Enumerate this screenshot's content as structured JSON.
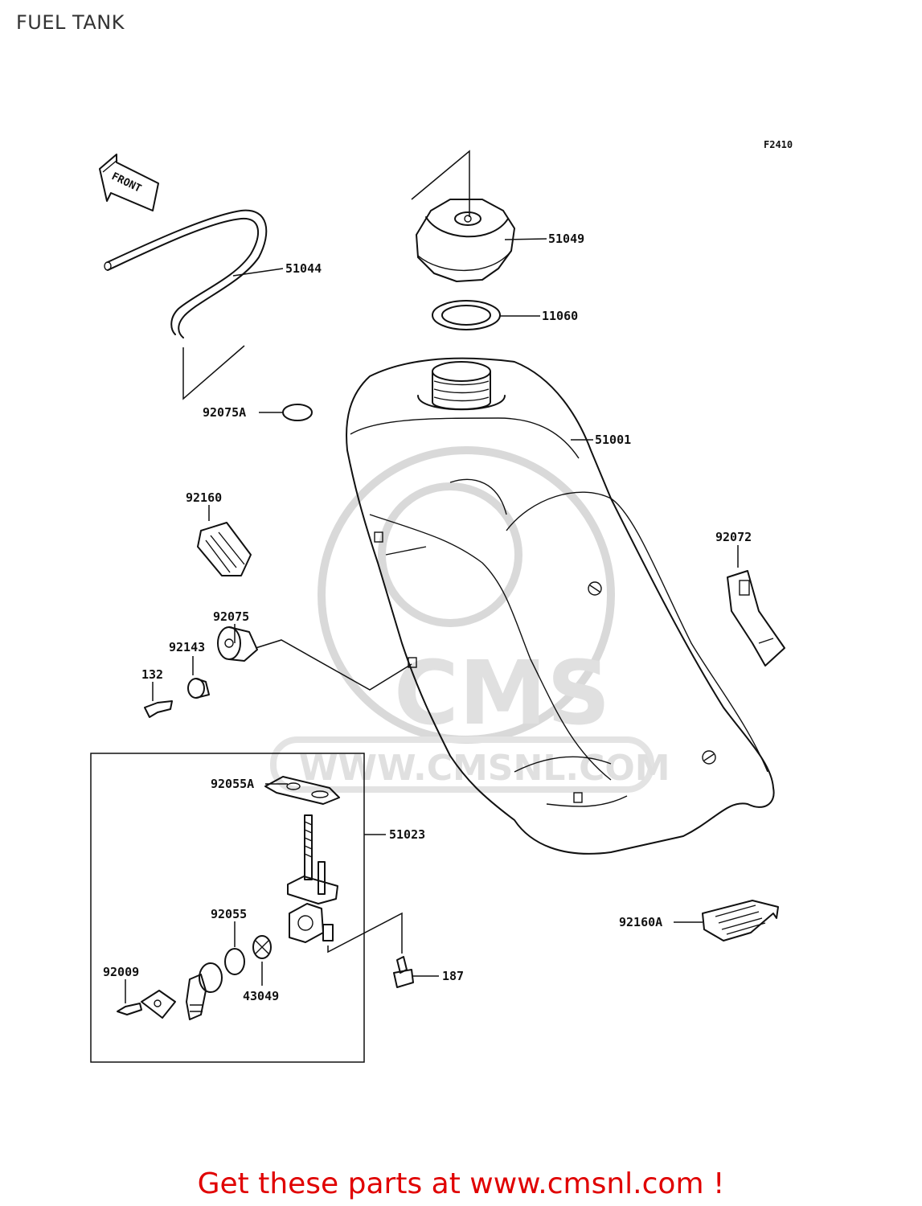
{
  "title": "FUEL TANK",
  "figure_code": "F2410",
  "front_label": "FRONT",
  "watermark": {
    "brand": "CMS",
    "url": "WWW.CMSNL.COM"
  },
  "parts": {
    "p51044": "51044",
    "p51049": "51049",
    "p11060": "11060",
    "p92075A": "92075A",
    "p51001": "51001",
    "p92160": "92160",
    "p92072": "92072",
    "p92075": "92075",
    "p92143": "92143",
    "p132": "132",
    "p92055A": "92055A",
    "p51023": "51023",
    "p92055": "92055",
    "p92009": "92009",
    "p43049": "43049",
    "p187": "187",
    "p92160A": "92160A"
  },
  "footer": "Get these parts at www.cmsnl.com !",
  "colors": {
    "footer": "#e00000",
    "line": "#111111",
    "watermark": "#d9d9d9"
  }
}
